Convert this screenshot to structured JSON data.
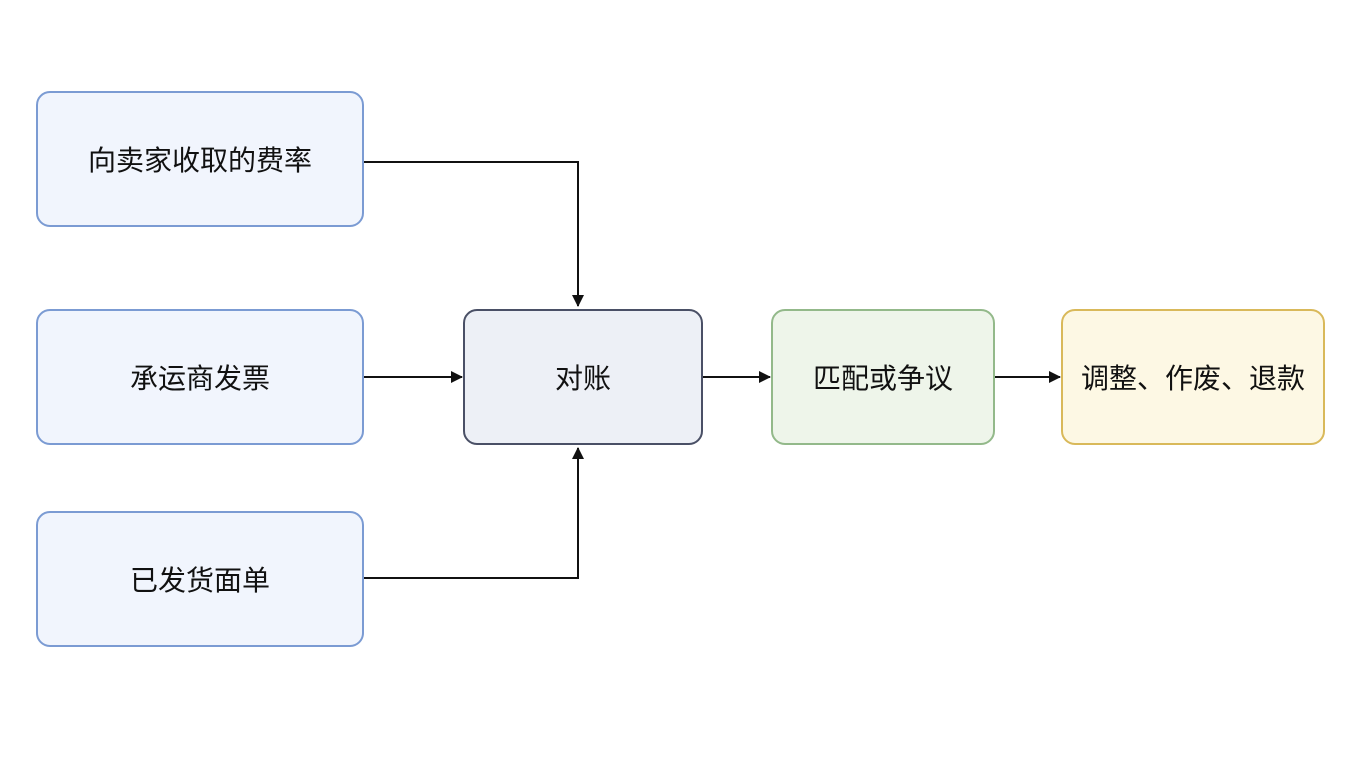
{
  "nodes": {
    "seller_rate": {
      "label": "向卖家收取的费率"
    },
    "carrier_invoice": {
      "label": "承运商发票"
    },
    "shipped_waybill": {
      "label": "已发货面单"
    },
    "reconciliation": {
      "label": "对账"
    },
    "match_dispute": {
      "label": "匹配或争议"
    },
    "adjust": {
      "label": "调整、作废、退款"
    }
  },
  "colors": {
    "input_fill": "#f1f5fd",
    "input_border": "#7b9bd3",
    "center_fill": "#edf0f6",
    "center_border": "#4a5066",
    "green_fill": "#eef5ea",
    "green_border": "#93b98a",
    "yellow_fill": "#fdf8e4",
    "yellow_border": "#d9b95a",
    "edge": "#111111"
  }
}
